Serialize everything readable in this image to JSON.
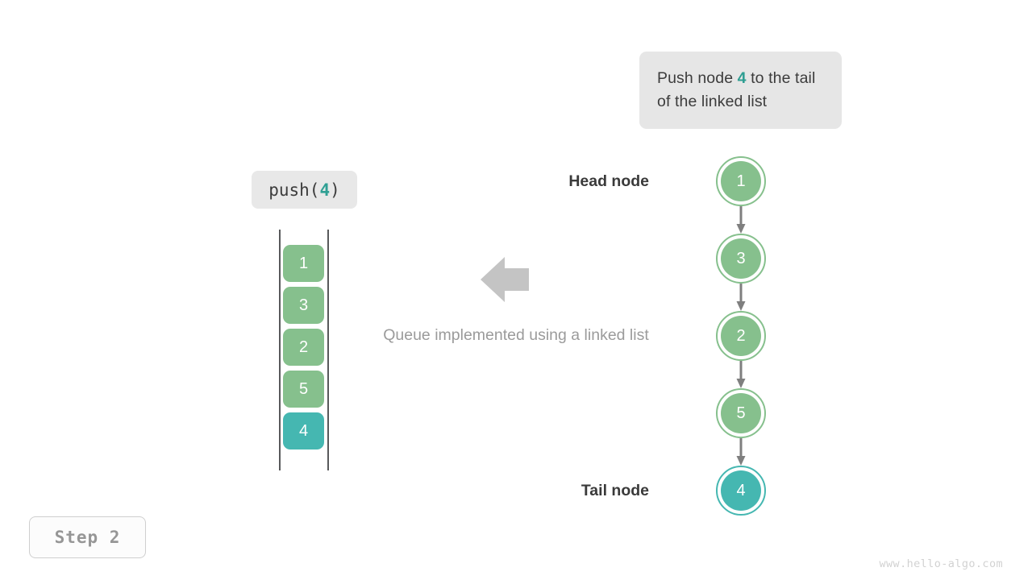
{
  "callout": {
    "text_before": "Push node ",
    "accent_value": "4",
    "text_after": " to the tail of the linked list"
  },
  "operation": {
    "prefix": "push(",
    "value": "4",
    "suffix": ")"
  },
  "queue": {
    "items": [
      {
        "value": "1",
        "color": "green"
      },
      {
        "value": "3",
        "color": "green"
      },
      {
        "value": "2",
        "color": "green"
      },
      {
        "value": "5",
        "color": "green"
      },
      {
        "value": "4",
        "color": "teal"
      }
    ]
  },
  "middle": {
    "arrow_icon": "arrow-left-icon",
    "caption": "Queue implemented using a linked list"
  },
  "linked_list": {
    "head_label": "Head node",
    "tail_label": "Tail node",
    "nodes": [
      {
        "value": "1",
        "color": "green"
      },
      {
        "value": "3",
        "color": "green"
      },
      {
        "value": "2",
        "color": "green"
      },
      {
        "value": "5",
        "color": "green"
      },
      {
        "value": "4",
        "color": "teal"
      }
    ]
  },
  "step_badge": "Step 2",
  "watermark": "www.hello-algo.com",
  "colors": {
    "green": "#86c08d",
    "teal": "#45b7b1",
    "accent_text": "#2e9e92",
    "arrow_gray": "#c4c4c4",
    "link_gray": "#7f7f7f",
    "callout_bg": "#e6e6e6",
    "caption_gray": "#9b9b9b"
  }
}
